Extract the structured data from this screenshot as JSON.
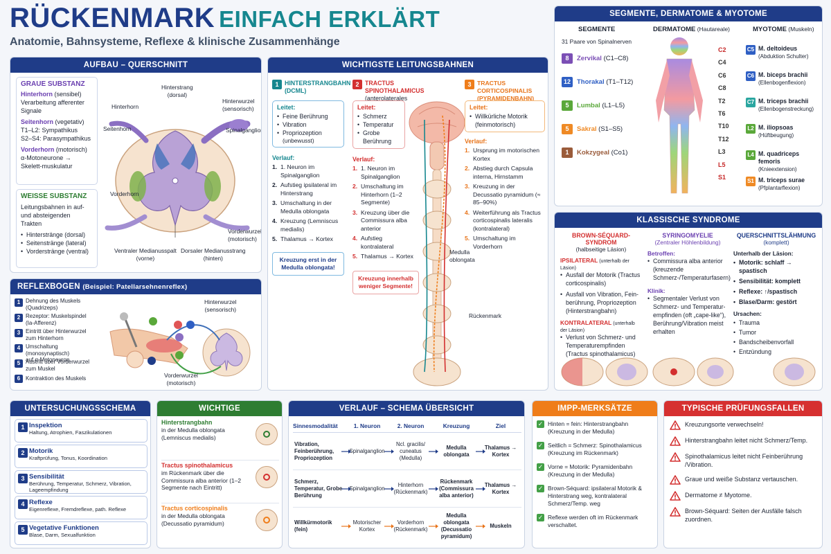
{
  "header": {
    "title_main": "RÜCKENMARK",
    "title_sub": "EINFACH ERKLÄRT",
    "subtitle": "Anatomie, Bahnsysteme, Reflexe & klinische Zusammenhänge"
  },
  "aufbau": {
    "title": "AUFBAU – QUERSCHNITT",
    "graue": {
      "title": "GRAUE SUBSTANZ",
      "hinterhorn_t": "Hinterhorn",
      "hinterhorn_s": " (sensibel)",
      "hinterhorn_d": "Verarbeitung afferenter Signale",
      "seitenhorn_t": "Seitenhorn",
      "seitenhorn_s": " (vegetativ)",
      "seitenhorn_d1": "T1–L2: Sympathikus",
      "seitenhorn_d2": "S2–S4: Parasympathikus",
      "vorderhorn_t": "Vorderhorn",
      "vorderhorn_s": " (motorisch)",
      "vorderhorn_d": "α-Motoneurone → Skelett-muskulatur"
    },
    "weisse": {
      "title": "WEISSE SUBSTANZ",
      "desc": "Leitungsbahnen in auf- und absteigenden Trakten",
      "items": [
        "Hinterstränge (dorsal)",
        "Seitenstränge (lateral)",
        "Vorderstränge (ventral)"
      ]
    },
    "labels": {
      "hinterstrang": "Hinterstrang",
      "hinterstrang2": "(dorsal)",
      "hinterwurzel": "Hinterwurzel",
      "hinterwurzel2": "(sensorisch)",
      "hinterhorn": "Hinterhorn",
      "seitenhorn": "Seitenhorn",
      "spinalganglion": "Spinalganglion",
      "vorderhorn": "Vorderhorn",
      "vorderwurzel": "Vorderwurzel",
      "vorderwurzel2": "(motorisch)",
      "ventral": "Ventraler Medianusspalt",
      "ventral2": "(vorne)",
      "dorsal": "Dorsaler Medianusstrang",
      "dorsal2": "(hinten)"
    }
  },
  "reflex": {
    "title": "REFLEXBOGEN",
    "title_sub": "(Beispiel: Patellarsehnenreflex)",
    "steps": [
      {
        "n": "1",
        "t": "Dehnung des Muskels",
        "s": "(Quadrizeps)"
      },
      {
        "n": "2",
        "t": "Rezeptor: Muskelspindel",
        "s": "(Ia-Afferenz)"
      },
      {
        "n": "3",
        "t": "Eintritt über Hinterwurzel",
        "s": "zum Hinterhorn"
      },
      {
        "n": "4",
        "t": "Umschaltung (monosynaptisch)",
        "s": "auf α-Motoneuron"
      },
      {
        "n": "5",
        "t": "Austritt über Vorderwurzel",
        "s": "zum Muskel"
      },
      {
        "n": "6",
        "t": "Kontraktion des Muskels",
        "s": ""
      }
    ],
    "hinterwurzel": "Hinterwurzel",
    "hinterwurzel2": "(sensorisch)",
    "vorderwurzel": "Vorderwurzel",
    "vorderwurzel2": "(motorisch)"
  },
  "bahnen": {
    "title": "WICHTIGSTE LEITUNGSBAHNEN",
    "dcml": {
      "n": "1",
      "title": "HINTERSTRANGBAHN",
      "title2": "(DCML)",
      "leitet": "Leitet:",
      "items": [
        "Feine Berührung",
        "Vibration",
        "Propriozeption"
      ],
      "extra": "(unbewusst)",
      "verlauf": "Verlauf:",
      "steps": [
        "1. Neuron im Spinalganglion",
        "Aufstieg ipsilateral im Hinterstrang",
        "Umschaltung in der Medulla oblongata",
        "Kreuzung (Lemniscus medialis)",
        "Thalamus → Kortex"
      ],
      "note": "Kreuzung erst in der Medulla oblongata!"
    },
    "stt": {
      "n": "2",
      "title": "TRACTUS SPINOTHALAMICUS",
      "title2": "(anterolaterales System)",
      "leitet": "Leitet:",
      "items": [
        "Schmerz",
        "Temperatur",
        "Grobe Berührung"
      ],
      "verlauf": "Verlauf:",
      "steps": [
        "1. Neuron im Spinalganglion",
        "Umschaltung im Hinterhorn (1–2 Segmente)",
        "Kreuzung über die Commissura alba anterior",
        "Aufstieg kontralateral",
        "Thalamus → Kortex"
      ],
      "note": "Kreuzung innerhalb weniger Segmente!"
    },
    "cst": {
      "n": "3",
      "title": "TRACTUS CORTICOSPINALIS",
      "title2": "(PYRAMIDENBAHN)",
      "leitet": "Leitet:",
      "items": [
        "Willkürliche Motorik (feinmotorisch)"
      ],
      "verlauf": "Verlauf:",
      "steps": [
        "Ursprung im motorischen Kortex",
        "Abstieg durch Capsula interna, Hirnstamm",
        "Kreuzung in der Decussatio pyramidum (≈ 85–90%)",
        "Weiterführung als Tractus corticospinalis lateralis (kontralateral)",
        "Umschaltung im Vorderhorn"
      ]
    },
    "medulla": "Medulla oblongata",
    "rm": "Rückenmark"
  },
  "segmente": {
    "title": "SEGMENTE, DERMATOME & MYOTOME",
    "col1": "SEGMENTE",
    "col2": "DERMATOME",
    "col2s": " (Hautareale)",
    "col3": "MYOTOME",
    "col3s": " (Muskeln)",
    "intro": "31 Paare von Spinalnerven",
    "segs": [
      {
        "n": "8",
        "name": "Zervikal",
        "range": "(C1–C8)",
        "color": "#7b4fb5"
      },
      {
        "n": "12",
        "name": "Thorakal",
        "range": "(T1–T12)",
        "color": "#2f5fc4"
      },
      {
        "n": "5",
        "name": "Lumbal",
        "range": "(L1–L5)",
        "color": "#5aa83a"
      },
      {
        "n": "5",
        "name": "Sakral",
        "range": "(S1–S5)",
        "color": "#ef8a25"
      },
      {
        "n": "1",
        "name": "Kokzygeal",
        "range": "(Co1)",
        "color": "#9a5b3a"
      }
    ],
    "derm": [
      "C2",
      "C4",
      "C6",
      "C8",
      "T2",
      "T6",
      "T10",
      "T12",
      "L3",
      "L5",
      "S1"
    ],
    "myo": [
      {
        "k": "C5",
        "t": "M. deltoideus",
        "s": "(Abduktion Schulter)",
        "color": "#2f5fc4"
      },
      {
        "k": "C6",
        "t": "M. biceps brachii",
        "s": "(Ellenbogenflexion)",
        "color": "#2f5fc4"
      },
      {
        "k": "C7",
        "t": "M. triceps brachii",
        "s": "(Ellenbogenstreckung)",
        "color": "#2aa6a0"
      },
      {
        "k": "L2",
        "t": "M. iliopsoas",
        "s": "(Hüftbeugung)",
        "color": "#5aa83a"
      },
      {
        "k": "L4",
        "t": "M. quadriceps femoris",
        "s": "(Knieextension)",
        "color": "#5aa83a"
      },
      {
        "k": "S1",
        "t": "M. triceps surae",
        "s": "(Pfplantarflexion)",
        "color": "#ef8a25"
      }
    ]
  },
  "syndrome": {
    "title": "KLASSISCHE SYNDROME",
    "bs": {
      "title": "BROWN-SÉQUARD-SYNDROM",
      "sub": "(halbseitige Läsion)",
      "ipsi": "IPSILATERAL",
      "ipsi_s": " (unterhalb der Läsion)",
      "ipsi_items": [
        "Ausfall der Motorik (Tractus corticospinalis)",
        "Ausfall von Vibration, Fein-berührung, Propriozeption (Hinterstrangbahn)"
      ],
      "kontra": "KONTRALATERAL",
      "kontra_s": " (unterhalb der Läsion)",
      "kontra_items": [
        "Verlust von Schmerz- und Temperaturempfinden (Tractus spinothalamicus)"
      ]
    },
    "sy": {
      "title": "SYRINGOMYELIE",
      "sub": "(Zentraler Höhlenbildung)",
      "betroffen": "Betroffen:",
      "b_items": [
        "Commissura alba anterior (kreuzende Schmerz-/Temperaturfasern)"
      ],
      "klinik": "Klinik:",
      "k_items": [
        "Segmentaler Verlust von Schmerz- und Temperatur-empfinden (oft „cape-like“), Berührung/Vibration meist erhalten"
      ]
    },
    "ql": {
      "title": "QUERSCHNITTSLÄHMUNG",
      "sub": "(komplett)",
      "unter": "Unterhalb der Läsion:",
      "u_items": [
        "Motorik: schlaff → spastisch",
        "Sensibilität: komplett",
        "Reflexe: ↑/spastisch",
        "Blase/Darm: gestört"
      ],
      "ursachen": "Ursachen:",
      "ur_items": [
        "Trauma",
        "Tumor",
        "Bandscheibenvorfall",
        "Entzündung"
      ]
    }
  },
  "unters": {
    "title": "UNTERSUCHUNGSSCHEMA",
    "items": [
      {
        "n": "1",
        "t": "Inspektion",
        "s": "Haltung, Atrophien, Faszikulationen"
      },
      {
        "n": "2",
        "t": "Motorik",
        "s": "Kraftprüfung, Tonus, Koordination"
      },
      {
        "n": "3",
        "t": "Sensibilität",
        "s": "Berührung, Temperatur, Schmerz, Vibration, Lageempfindung"
      },
      {
        "n": "4",
        "t": "Reflexe",
        "s": "Eigenreflexe, Fremdreflexe, path. Reflexe"
      },
      {
        "n": "5",
        "t": "Vegetative Funktionen",
        "s": "Blase, Darm, Sexualfunktion"
      }
    ]
  },
  "kreuz": {
    "title": "WICHTIGE KREUZUNGSSTELLEN",
    "items": [
      {
        "t": "Hinterstrangbahn",
        "d": "in der Medulla oblongata (Lemniscus medialis)",
        "c": "#2e7d32"
      },
      {
        "t": "Tractus spinothalamicus",
        "d": "im Rückenmark über die Commissura alba anterior (1–2 Segmente nach Eintritt)",
        "c": "#d32f2f"
      },
      {
        "t": "Tractus corticospinalis",
        "d": "in der Medulla oblongata (Decussatio pyramidum)",
        "c": "#ef7d1a"
      }
    ]
  },
  "verlauf": {
    "title": "VERLAUF – SCHEMA ÜBERSICHT",
    "headers": [
      "Sinnesmodalität",
      "1. Neuron",
      "2. Neuron",
      "Kreuzung",
      "Ziel"
    ],
    "rows": [
      [
        "Vibration, Feinberührung, Propriozeption",
        "Spinalganglion",
        "Ncl. gracilis/ cuneatus (Medulla)",
        "Medulla oblongata",
        "Thalamus → Kortex"
      ],
      [
        "Schmerz, Temperatur, Grobe Berührung",
        "Spinalganglion",
        "Hinterhorn (Rückenmark)",
        "Rückenmark (Commissura alba anterior)",
        "Thalamus → Kortex"
      ],
      [
        "Willkürmotorik (fein)",
        "Motorischer Kortex",
        "Vorderhorn (Rückenmark)",
        "Medulla oblongata (Decussatio pyramidum)",
        "Muskeln"
      ]
    ]
  },
  "impp": {
    "title": "IMPP-MERKSÄTZE",
    "items": [
      "Hinten = fein: Hinterstrangbahn (Kreuzung in der Medulla)",
      "Seitlich = Schmerz: Spinothalamicus (Kreuzung im Rückenmark)",
      "Vorne = Motorik: Pyramidenbahn (Kreuzung in der Medulla)",
      "Brown-Séquard: ipsilateral Motorik & Hinterstrang weg, kontralateral Schmerz/Temp. weg",
      "Reflexe werden oft im Rückenmark verschaltet."
    ]
  },
  "fallen": {
    "title": "TYPISCHE PRÜFUNGSFALLEN",
    "items": [
      "Kreuzungsorte verwechseln!",
      "Hinterstrangbahn leitet nicht Schmerz/Temp.",
      "Spinothalamicus leitet nicht Feinberührung /Vibration.",
      "Graue und weiße Substanz vertauschen.",
      "Dermatome ≠ Myotome.",
      "Brown-Séquard: Seiten der Ausfälle falsch zuordnen."
    ]
  }
}
